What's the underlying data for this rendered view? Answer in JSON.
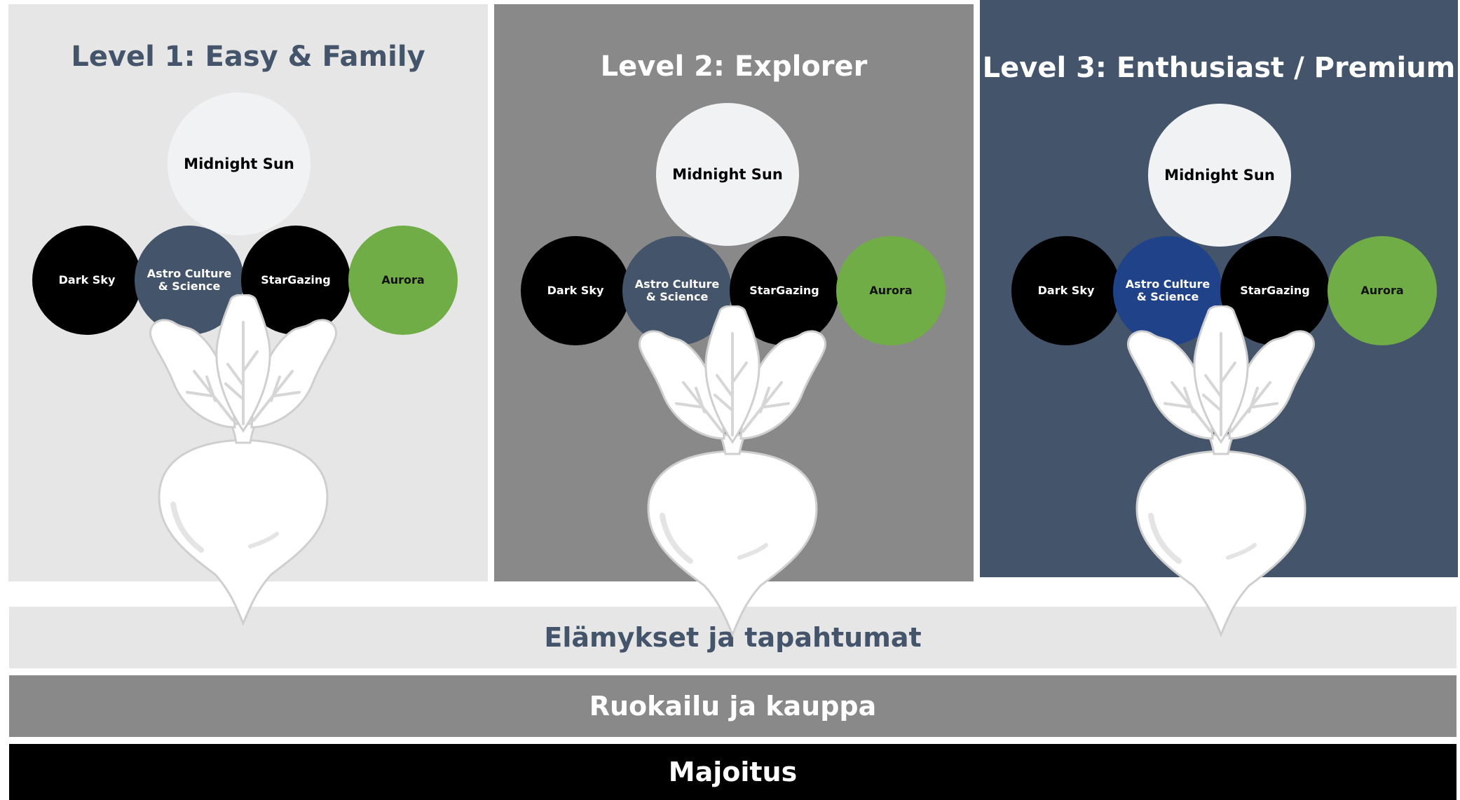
{
  "colors": {
    "level1_bg": "#e6e6e6",
    "level2_bg": "#898989",
    "level3_bg": "#44546a",
    "astro_level1": "#44546a",
    "astro_level2": "#44546a",
    "astro_level3": "#1f4288",
    "dark_circle": "#000000",
    "aurora_green": "#70ad47",
    "sun_circle": "#f1f2f4"
  },
  "levels": [
    {
      "title": "Level 1: Easy & Family",
      "midnight_sun": "Midnight Sun",
      "dark_sky": "Dark Sky",
      "astro": "Astro Culture & Science",
      "stargazing": "StarGazing",
      "aurora": "Aurora",
      "beet_icon": "beetroot-icon"
    },
    {
      "title": "Level 2: Explorer",
      "midnight_sun": "Midnight Sun",
      "dark_sky": "Dark Sky",
      "astro": "Astro Culture & Science",
      "stargazing": "StarGazing",
      "aurora": "Aurora",
      "beet_icon": "beetroot-icon"
    },
    {
      "title": "Level 3: Enthusiast / Premium",
      "midnight_sun": "Midnight Sun",
      "dark_sky": "Dark Sky",
      "astro": "Astro Culture & Science",
      "stargazing": "StarGazing",
      "aurora": "Aurora",
      "beet_icon": "beetroot-icon"
    }
  ],
  "bands": {
    "experiences": "Elämykset ja tapahtumat",
    "dining": "Ruokailu ja kauppa",
    "accommodation": "Majoitus"
  }
}
